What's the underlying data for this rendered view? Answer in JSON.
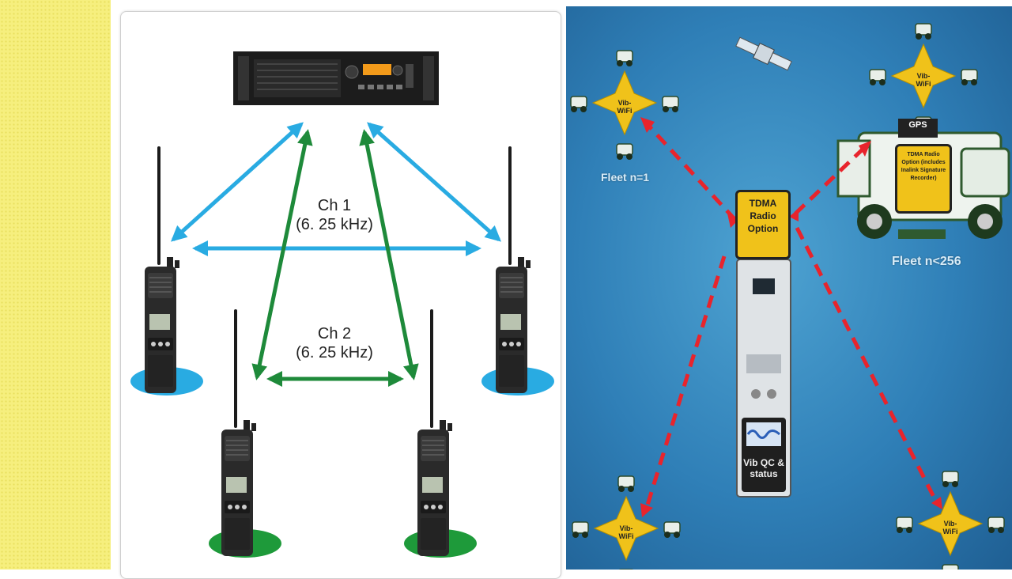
{
  "left_diagram": {
    "ch1_label": "Ch 1",
    "ch1_freq": "(6. 25 kHz)",
    "ch2_label": "Ch 2",
    "ch2_freq": "(6. 25 kHz)",
    "colors": {
      "ch1_arrow": "#29abe2",
      "ch2_arrow": "#1e8a3a",
      "ch1_ellipse": "#29abe2",
      "ch2_ellipse": "#1e9a3a"
    }
  },
  "right_diagram": {
    "center_box": "TDMA Radio Option",
    "truck_box": "TDMA Radio Option (includes Inalink Signature Recorder)",
    "gps_label": "GPS",
    "qc_label": "Vib QC & status",
    "fleet_top_left": "Fleet n=1",
    "fleet_right": "Fleet n<256",
    "vib_wifi": "Vib-WiFi",
    "colors": {
      "link_arrow": "#e8242c",
      "box_fill": "#f0c21a",
      "background": "#2f7fb7"
    }
  }
}
